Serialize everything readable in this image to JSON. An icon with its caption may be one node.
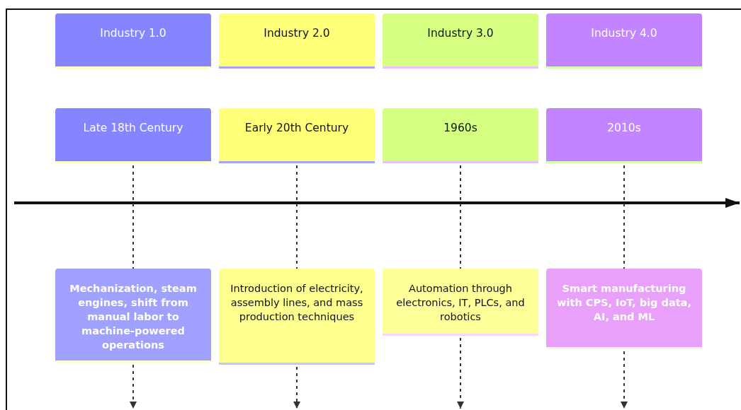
{
  "diagram": {
    "nodes": [
      {
        "text": [
          "Industry 1.0"
        ]
      },
      {
        "text": [
          "Industry 2.0"
        ]
      },
      {
        "text": [
          "Industry 3.0"
        ]
      },
      {
        "text": [
          "Industry 4.0"
        ]
      },
      {
        "text": [
          "Late 18th Century"
        ]
      },
      {
        "text": [
          "Early 20th Century"
        ]
      },
      {
        "text": [
          "1960s"
        ]
      },
      {
        "text": [
          "2010s"
        ]
      },
      {
        "text": [
          "Mechanization, steam engines, shift from manual labor to machine-powered operations"
        ]
      },
      {
        "text": [
          "Introduction of electricity, assembly lines, and mass production techniques"
        ]
      },
      {
        "text": [
          "Automation through electronics, IT, PLCs, and robotics"
        ]
      },
      {
        "text": [
          "Smart manufacturing with CPS, IoT, big data, AI, and ML"
        ]
      }
    ],
    "edges": [
      {
        "from": 4,
        "to": 8,
        "arrow": "none",
        "style": "dashed"
      },
      {
        "from": 5,
        "to": 9,
        "arrow": "none",
        "style": "dashed"
      },
      {
        "from": 6,
        "to": 10,
        "arrow": "none",
        "style": "dashed"
      },
      {
        "from": 7,
        "to": 11,
        "arrow": "none",
        "style": "dashed"
      },
      {
        "from": 8,
        "to": null,
        "arrow": "to",
        "style": "dashed"
      },
      {
        "from": 9,
        "to": null,
        "arrow": "to",
        "style": "dashed"
      },
      {
        "from": 10,
        "to": null,
        "arrow": "to",
        "style": "dashed"
      },
      {
        "from": 11,
        "to": null,
        "arrow": "to",
        "style": "dashed"
      }
    ]
  }
}
